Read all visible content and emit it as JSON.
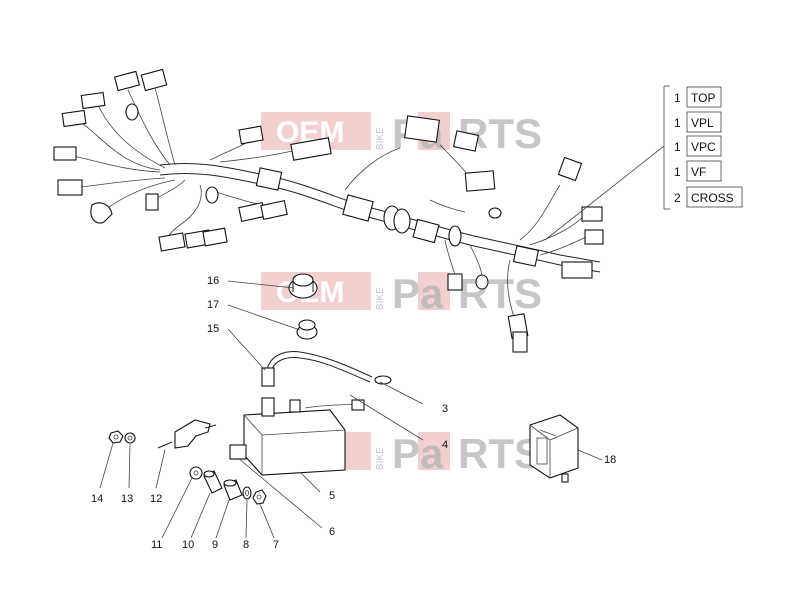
{
  "watermark": {
    "left_text": "OEM",
    "vertical_text": "BIKE",
    "brand_a": "Pa",
    "brand_b": "RTS",
    "color_pink": "#e8aaaa",
    "color_gray": "#b3b3b3"
  },
  "legend": {
    "items": [
      {
        "qty": "1",
        "code": "TOP"
      },
      {
        "qty": "1",
        "code": "VPL"
      },
      {
        "qty": "1",
        "code": "VPC"
      },
      {
        "qty": "1",
        "code": "VF"
      },
      {
        "qty": "2",
        "code": "CROSS"
      }
    ]
  },
  "callouts": [
    "16",
    "17",
    "15",
    "3",
    "4",
    "5",
    "6",
    "14",
    "13",
    "12",
    "11",
    "10",
    "9",
    "8",
    "7",
    "18"
  ]
}
